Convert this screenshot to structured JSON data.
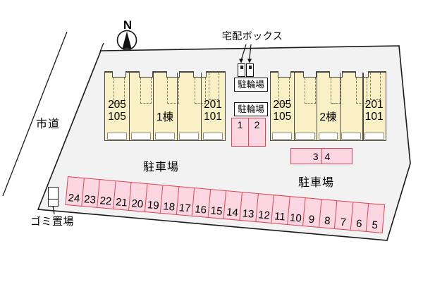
{
  "compass": {
    "label": "N"
  },
  "labels": {
    "delivery_box": "宅配ボックス",
    "bicycle_parking_top": "駐輪場",
    "bicycle_parking_bottom": "駐輪場",
    "city_road": "市道",
    "garbage_area": "ゴミ置場",
    "parking_lot_left": "駐車場",
    "parking_lot_right": "駐車場"
  },
  "buildings": [
    {
      "name": "1棟",
      "left_unit": {
        "upper": "205",
        "lower": "105"
      },
      "right_unit": {
        "upper": "201",
        "lower": "101"
      }
    },
    {
      "name": "2棟",
      "left_unit": {
        "upper": "205",
        "lower": "105"
      },
      "right_unit": {
        "upper": "201",
        "lower": "101"
      }
    }
  ],
  "parking": {
    "spaces_near_building1": [
      "1",
      "2"
    ],
    "spaces_near_building2": [
      "3",
      "4"
    ],
    "row": [
      "24",
      "23",
      "22",
      "21",
      "20",
      "19",
      "18",
      "17",
      "16",
      "15",
      "14",
      "13",
      "12",
      "11",
      "10",
      "9",
      "8",
      "7",
      "6",
      "5"
    ]
  },
  "colors": {
    "site_fill": "#F2F2F2",
    "building_fill": "#FAF0C5",
    "parking_space_fill": "#FCD6E0",
    "parking_space_border": "#DC4656",
    "outline": "#1A1A1A"
  }
}
